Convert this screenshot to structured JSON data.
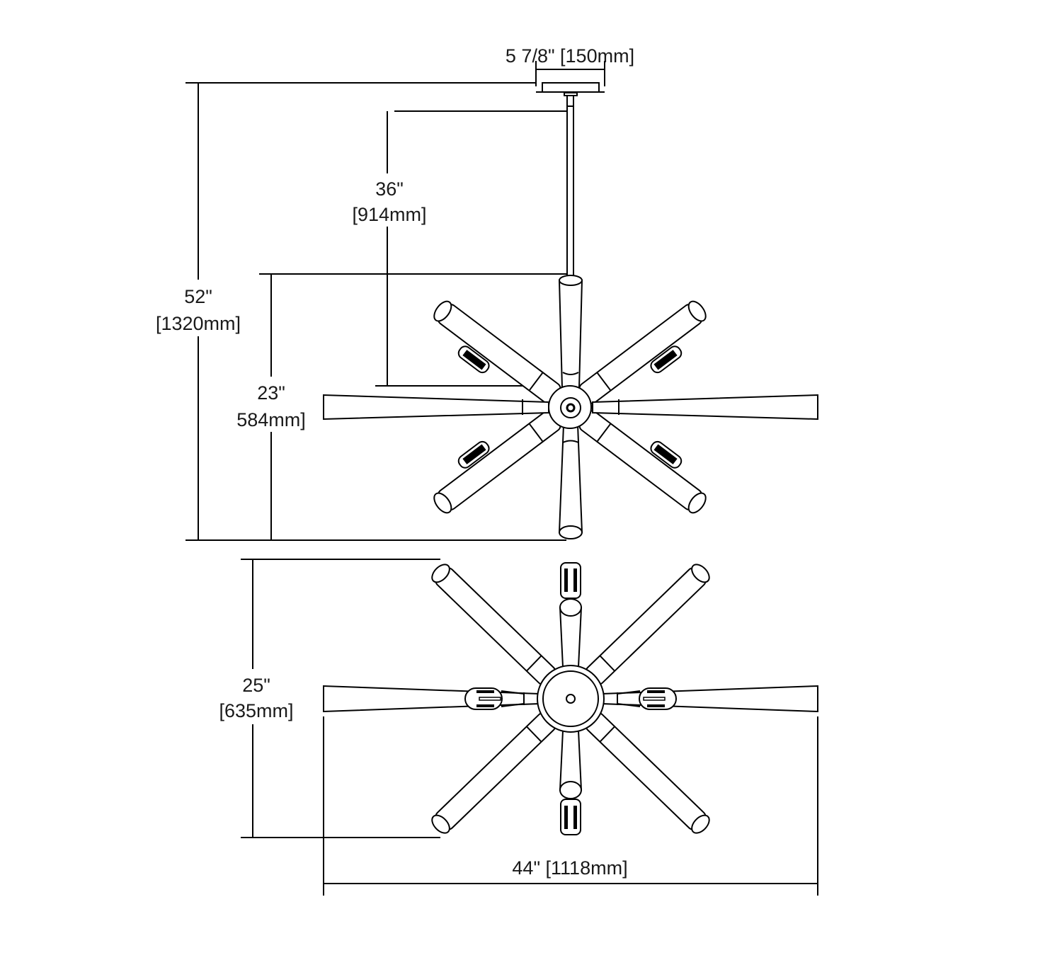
{
  "title": "Chandelier dimension drawing",
  "dimensions": {
    "canopy_width": "5 7/8\" [150mm]",
    "overall_height": {
      "imperial": "52\"",
      "metric": "[1320mm]"
    },
    "stem_length": {
      "imperial": "36\"",
      "metric": "[914mm]"
    },
    "fixture_height": {
      "imperial": "23\"",
      "metric": "584mm]"
    },
    "fixture_depth": {
      "imperial": "25\"",
      "metric": "[635mm]"
    },
    "fixture_width": "44\" [1118mm]"
  },
  "colors": {
    "line": "#000000",
    "background": "#ffffff"
  }
}
